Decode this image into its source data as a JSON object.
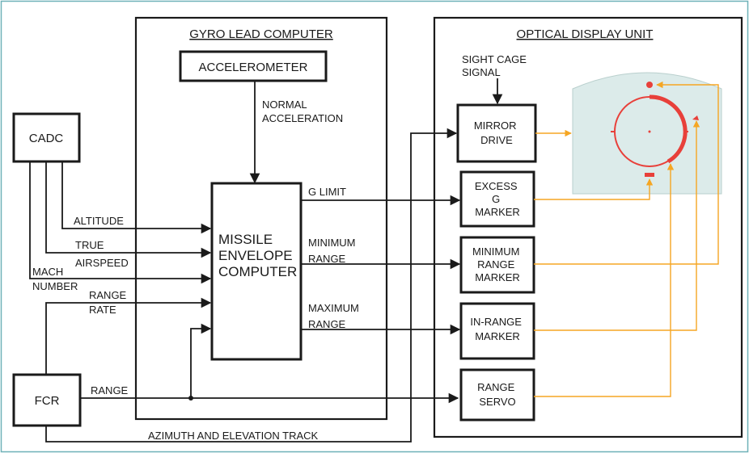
{
  "gyro_lead_computer": {
    "title": "GYRO LEAD COMPUTER",
    "accelerometer": "ACCELEROMETER",
    "normal_acceleration": [
      "NORMAL",
      "ACCELERATION"
    ],
    "missile_envelope_computer": [
      "MISSILE",
      "ENVELOPE",
      "COMPUTER"
    ]
  },
  "optical_display_unit": {
    "title": "OPTICAL DISPLAY UNIT",
    "sight_cage_signal": [
      "SIGHT  CAGE",
      "SIGNAL"
    ],
    "mirror_drive": [
      "MIRROR",
      "DRIVE"
    ],
    "excess_g_marker": [
      "EXCESS",
      "G",
      "MARKER"
    ],
    "minimum_range_marker": [
      "MINIMUM",
      "RANGE",
      "MARKER"
    ],
    "in_range_marker": [
      "IN-RANGE",
      "MARKER"
    ],
    "range_servo": [
      "RANGE",
      "SERVO"
    ]
  },
  "sources": {
    "cadc": "CADC",
    "fcr": "FCR"
  },
  "signals": {
    "altitude": "ALTITUDE",
    "true_airspeed": [
      "TRUE",
      "AIRSPEED"
    ],
    "mach_number": [
      "MACH",
      "NUMBER"
    ],
    "range_rate": [
      "RANGE",
      "RATE"
    ],
    "range": "RANGE",
    "azimuth_elevation_track": "AZIMUTH AND ELEVATION TRACK",
    "g_limit": "G LIMIT",
    "minimum_range": [
      "MINIMUM",
      "RANGE"
    ],
    "maximum_range": [
      "MAXIMUM",
      "RANGE"
    ]
  },
  "colors": {
    "reticle": "#e8403a",
    "display_panel": "#dcebea",
    "feed_lines": "#f5a623",
    "frame": "#6fb1b8"
  },
  "icons": {
    "reticle": "gunsight-reticle-icon"
  }
}
